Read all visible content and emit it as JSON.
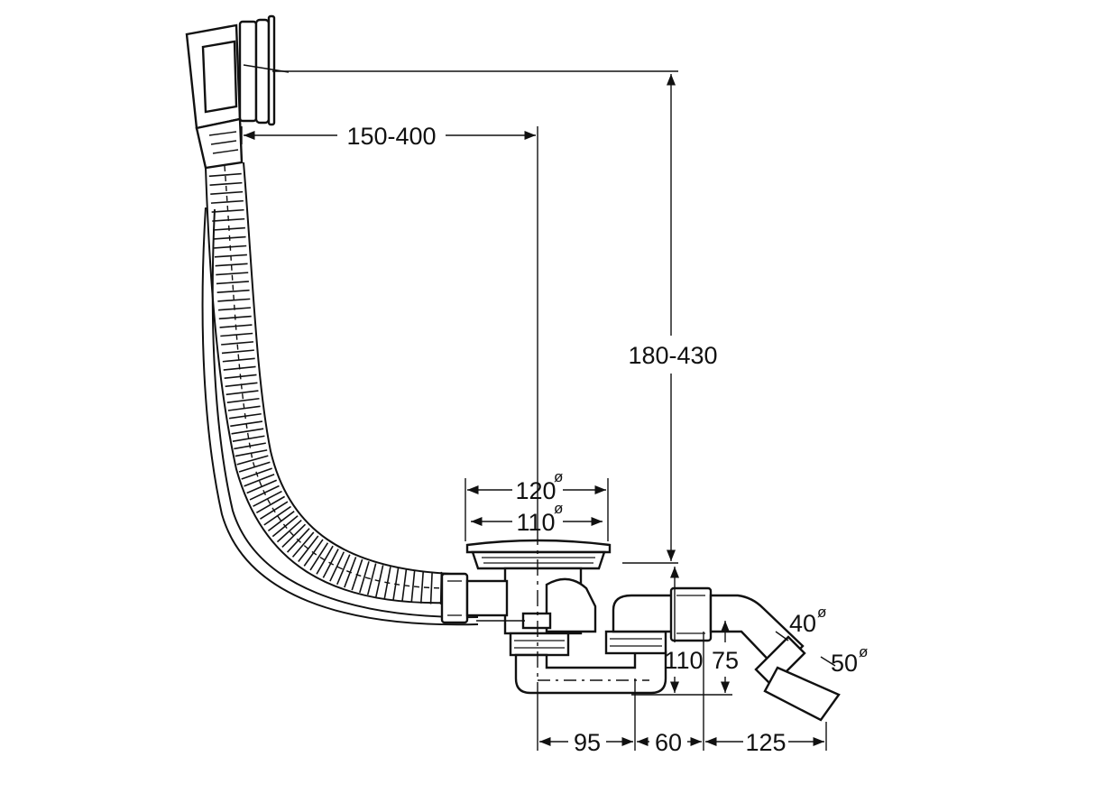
{
  "dimensions": {
    "overflow_offset": "150-400",
    "height_range": "180-430",
    "drain_outer_diameter": "120",
    "drain_inner_diameter": "110",
    "trap_height": "110",
    "outlet_height": "75",
    "offset_a": "95",
    "offset_b": "60",
    "offset_c": "125",
    "outlet_diameter_small": "40",
    "outlet_diameter_large": "50"
  },
  "symbols": {
    "diameter": "ø"
  },
  "colors": {
    "line": "#111111",
    "background": "#ffffff"
  }
}
